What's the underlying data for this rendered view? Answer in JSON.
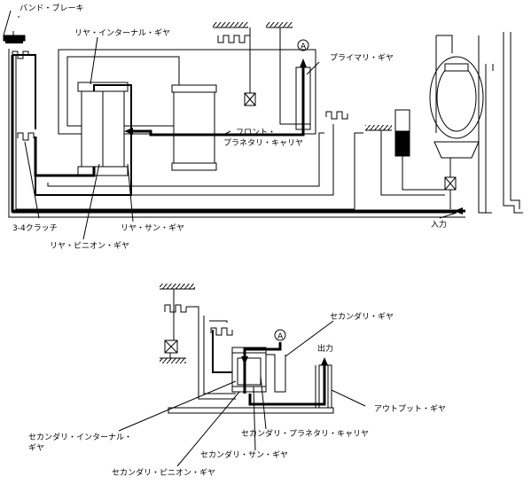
{
  "diagram": {
    "top_labels": {
      "band_brake": "バンド・ブレーキ",
      "rear_internal_gear": "リヤ・インターナル・ギヤ",
      "primary_gear": "プライマリ・ギヤ",
      "circle_a": "A",
      "front_planetary_carrier_line1": "フロント・",
      "front_planetary_carrier_line2": "プラネタリ・キャリヤ",
      "clutch_34": "3-4クラッチ",
      "rear_sun_gear": "リヤ・サン・ギヤ",
      "rear_pinion_gear": "リヤ・ピニオン・ギヤ",
      "input": "入力"
    },
    "bottom_labels": {
      "secondary_gear": "セカンダリ・ギヤ",
      "circle_a": "A",
      "output": "出力",
      "output_gear": "アウトプット・ギヤ",
      "secondary_internal_gear_line1": "セカンダリ・インターナル・",
      "secondary_internal_gear_line2": "ギヤ",
      "secondary_planetary_carrier": "セカンダリ・プラネタリ・キャリヤ",
      "secondary_sun_gear": "セカンダリ・サン・ギヤ",
      "secondary_pinion_gear": "セカンダリ・ピニオン・ギヤ"
    }
  }
}
